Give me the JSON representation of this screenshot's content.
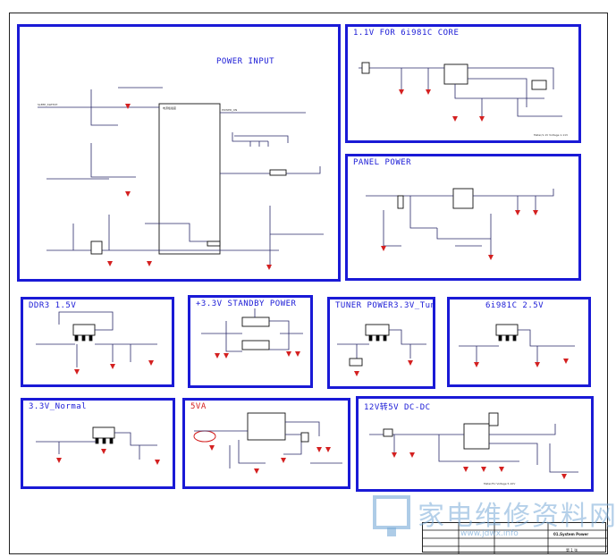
{
  "blocks": {
    "power_input": {
      "title": "POWER INPUT"
    },
    "core_1v1": {
      "title": "1.1V FOR 6i981C CORE"
    },
    "panel_power": {
      "title": "PANEL POWER"
    },
    "ddr3": {
      "title": "DDR3 1.5V"
    },
    "standby": {
      "title": "+3.3V STANDBY POWER"
    },
    "tuner": {
      "title": "TUNER POWER3.3V_Tun"
    },
    "v2_5": {
      "title": "6i981C 2.5V"
    },
    "normal_3v3": {
      "title": "3.3V_Normal"
    },
    "fivevа": {
      "title": "5VA"
    },
    "dcdc": {
      "title": "12V转5V DC-DC"
    }
  },
  "title_block": {
    "sheet_name": "01.System Power",
    "page": "第 1 张"
  },
  "watermark": {
    "text": "家电维修资料网",
    "url": "www.jdwx.info"
  },
  "colors": {
    "block_border": "#1a1ad6",
    "ground_symbol": "#d42020",
    "watermark": "#78aad7"
  }
}
